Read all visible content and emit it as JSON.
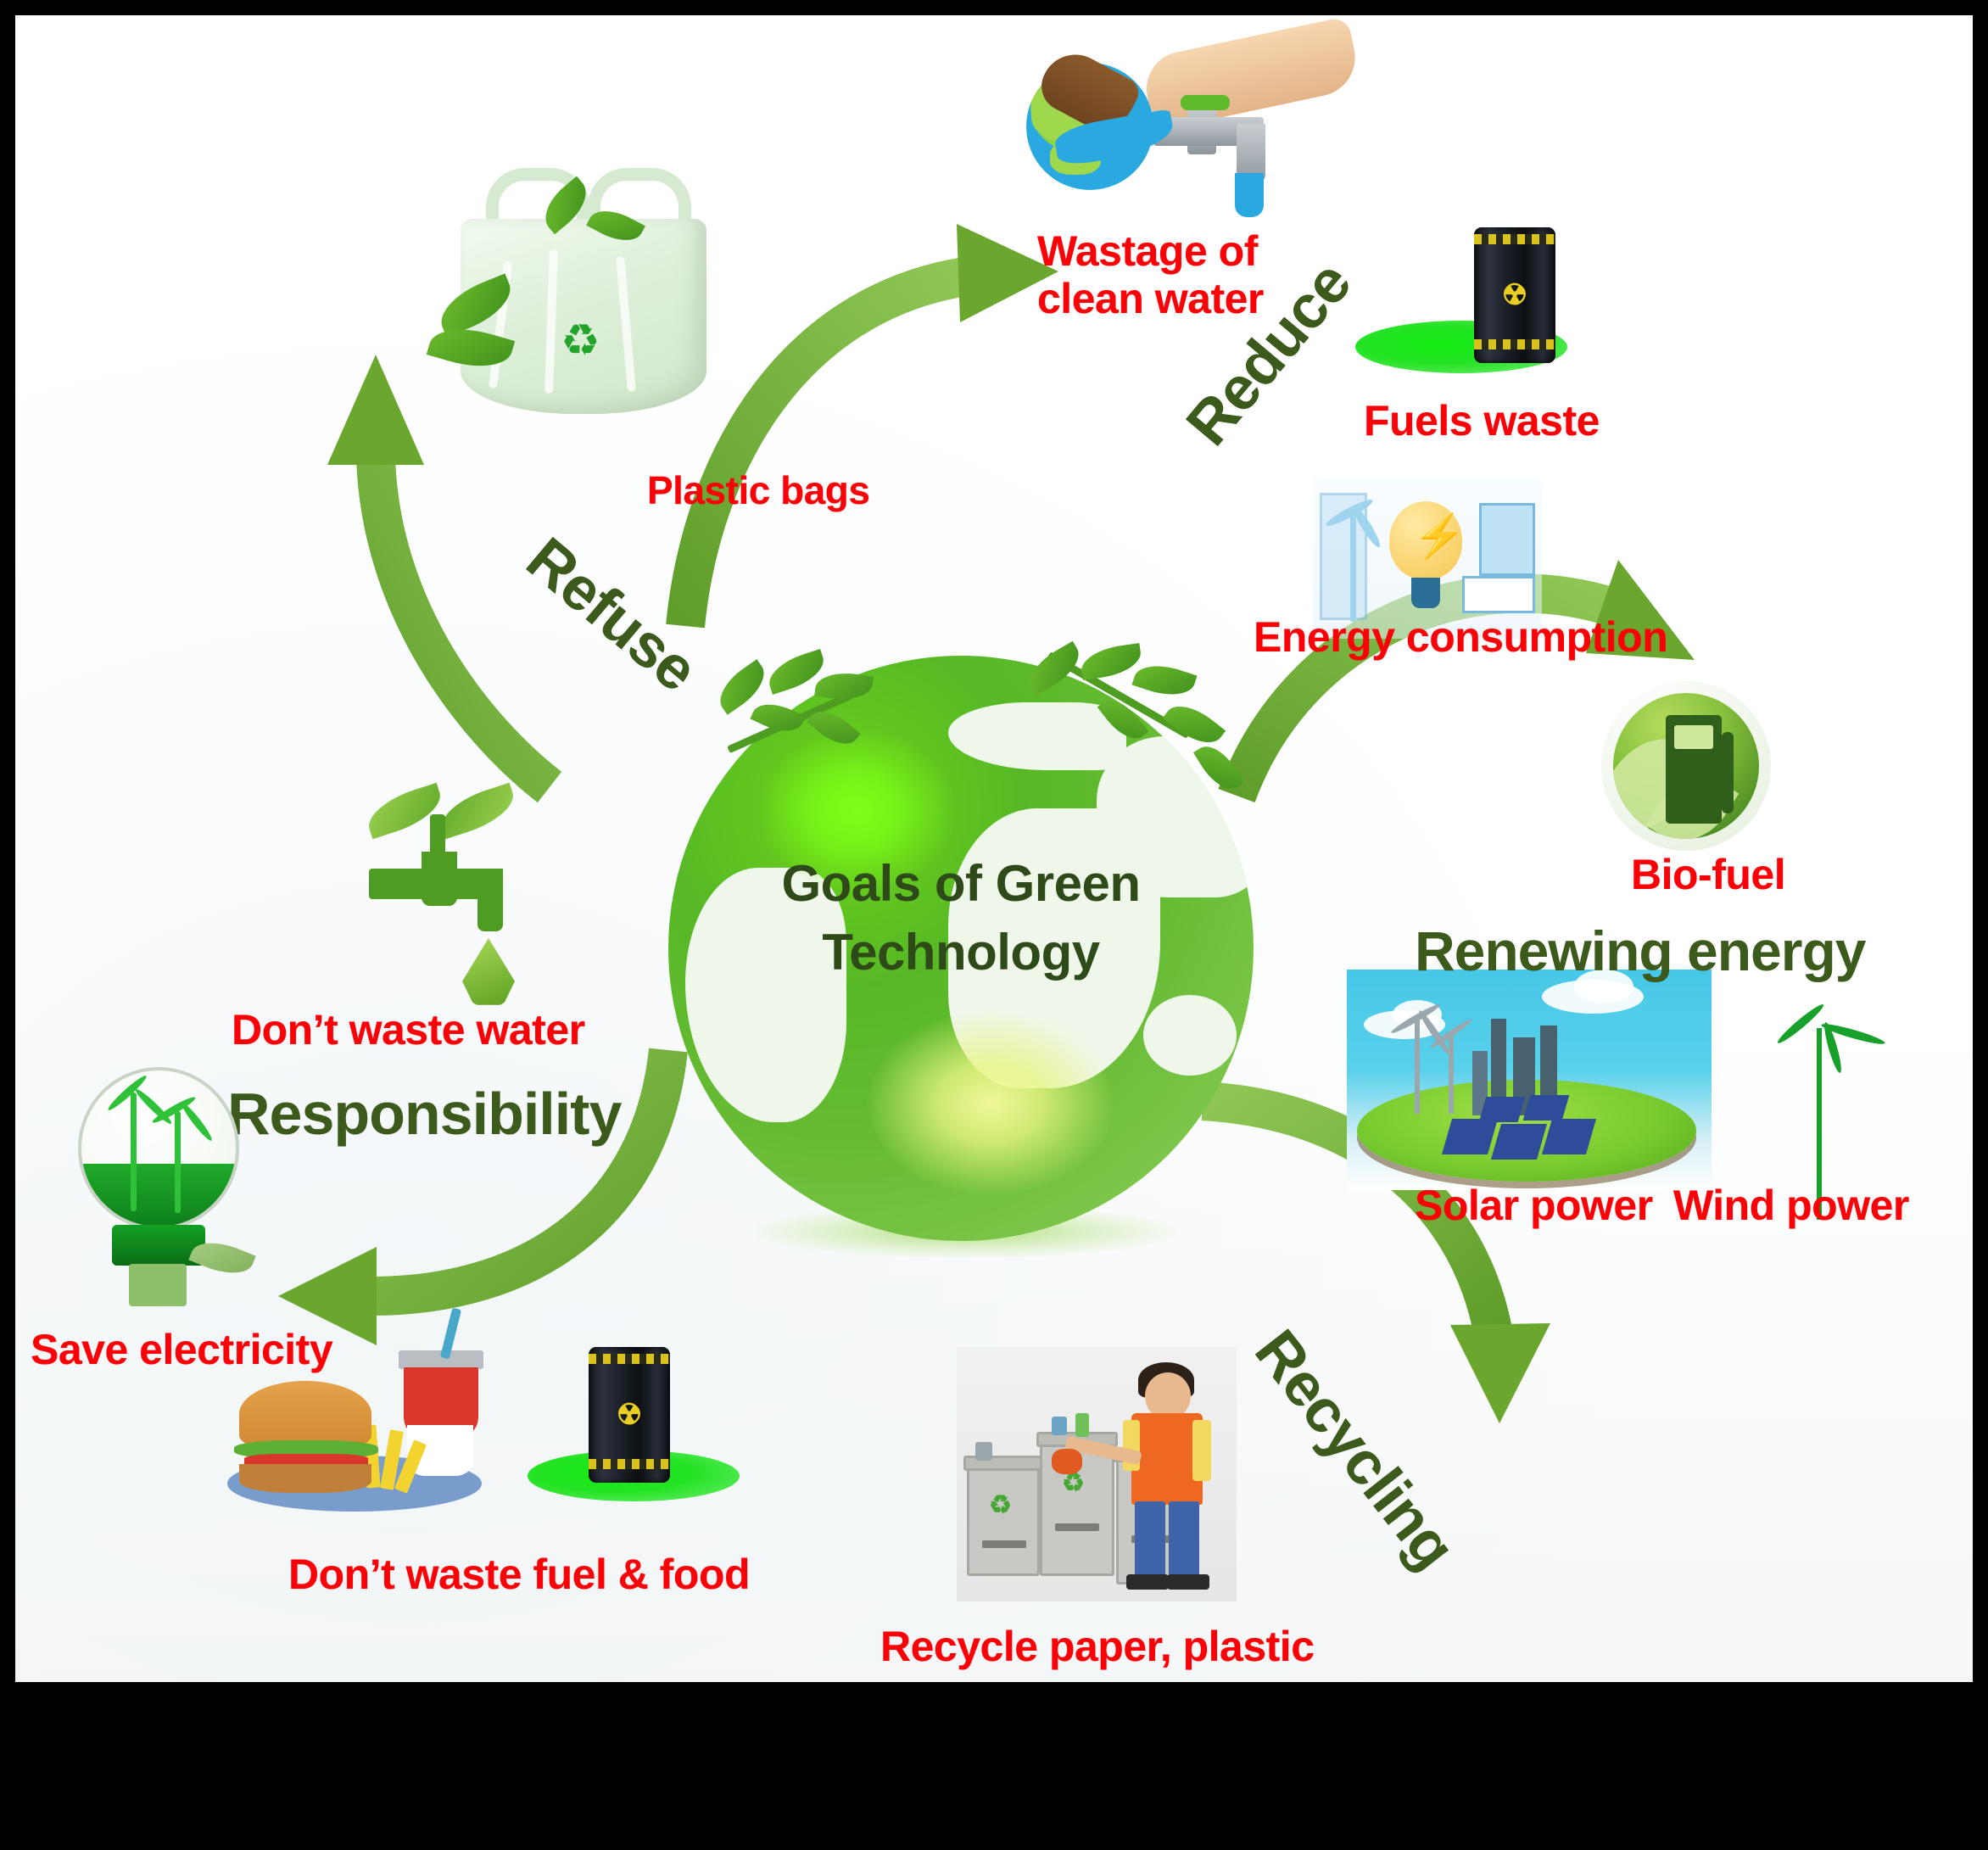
{
  "title": "Goals of Green Technology",
  "center": {
    "line1": "Goals of Green",
    "line2": "Technology",
    "text_color": "#2e4a18"
  },
  "theme": {
    "red": "#fb0007",
    "olive": "#3c5a1c",
    "arrow_green": "#7cb342",
    "border": "#000000",
    "page_bg": "#ffffff"
  },
  "branches": [
    {
      "id": "refuse",
      "label": "Refuse",
      "label_color": "#3c5a1c",
      "rotated": true,
      "items": [
        {
          "label": "Plastic bags",
          "color": "#fb0007",
          "icon": "plastic-bag-icon"
        }
      ]
    },
    {
      "id": "reduce",
      "label": "Reduce",
      "label_color": "#3c5a1c",
      "rotated": true,
      "items": [
        {
          "label": "Wastage of\nclean water",
          "line1": "Wastage of",
          "line2": "clean water",
          "color": "#fb0007",
          "icon": "faucet-hand-icon"
        },
        {
          "label": "Fuels waste",
          "color": "#fb0007",
          "icon": "oil-barrel-icon"
        },
        {
          "label": "Energy consumption",
          "color": "#fb0007",
          "icon": "light-bulb-meter-icon"
        }
      ]
    },
    {
      "id": "renewing-energy",
      "label": "Renewing energy",
      "label_color": "#3c5a1c",
      "rotated": false,
      "items": [
        {
          "label": "Bio-fuel",
          "color": "#fb0007",
          "icon": "bio-fuel-pump-icon"
        },
        {
          "label": "Solar power",
          "color": "#fb0007",
          "icon": "solar-island-icon"
        },
        {
          "label": "Wind power",
          "color": "#fb0007",
          "icon": "wind-turbine-icon"
        }
      ]
    },
    {
      "id": "recycling",
      "label": "Recycling",
      "label_color": "#3c5a1c",
      "rotated": true,
      "items": [
        {
          "label": "Recycle paper, plastic",
          "color": "#fb0007",
          "icon": "recycle-bins-icon"
        }
      ]
    },
    {
      "id": "responsibility",
      "label": "Responsibility",
      "label_color": "#3c5a1c",
      "rotated": false,
      "items": [
        {
          "label": "Don’t waste water",
          "color": "#fb0007",
          "icon": "green-faucet-sprout-icon"
        },
        {
          "label": "Save electricity",
          "color": "#fb0007",
          "icon": "bulb-wind-turbine-icon"
        },
        {
          "label": "Don’t waste fuel & food",
          "color": "#fb0007",
          "icon": "burger-combo-icon"
        }
      ]
    }
  ],
  "labels": {
    "refuse": "Refuse",
    "reduce": "Reduce",
    "recycling": "Recycling",
    "responsibility": "Responsibility",
    "renewing_energy": "Renewing energy",
    "plastic_bags": "Plastic bags",
    "wastage_line1": "Wastage of",
    "wastage_line2": "clean water",
    "fuels_waste": "Fuels waste",
    "energy_consumption": "Energy consumption",
    "bio_fuel": "Bio-fuel",
    "solar_power": "Solar power",
    "wind_power": "Wind power",
    "recycle_paper_plastic": "Recycle paper, plastic",
    "dont_waste_water": "Don’t waste water",
    "save_electricity": "Save electricity",
    "dont_waste_fuel_food": "Don’t waste fuel & food",
    "barrel_logo": "☢"
  }
}
